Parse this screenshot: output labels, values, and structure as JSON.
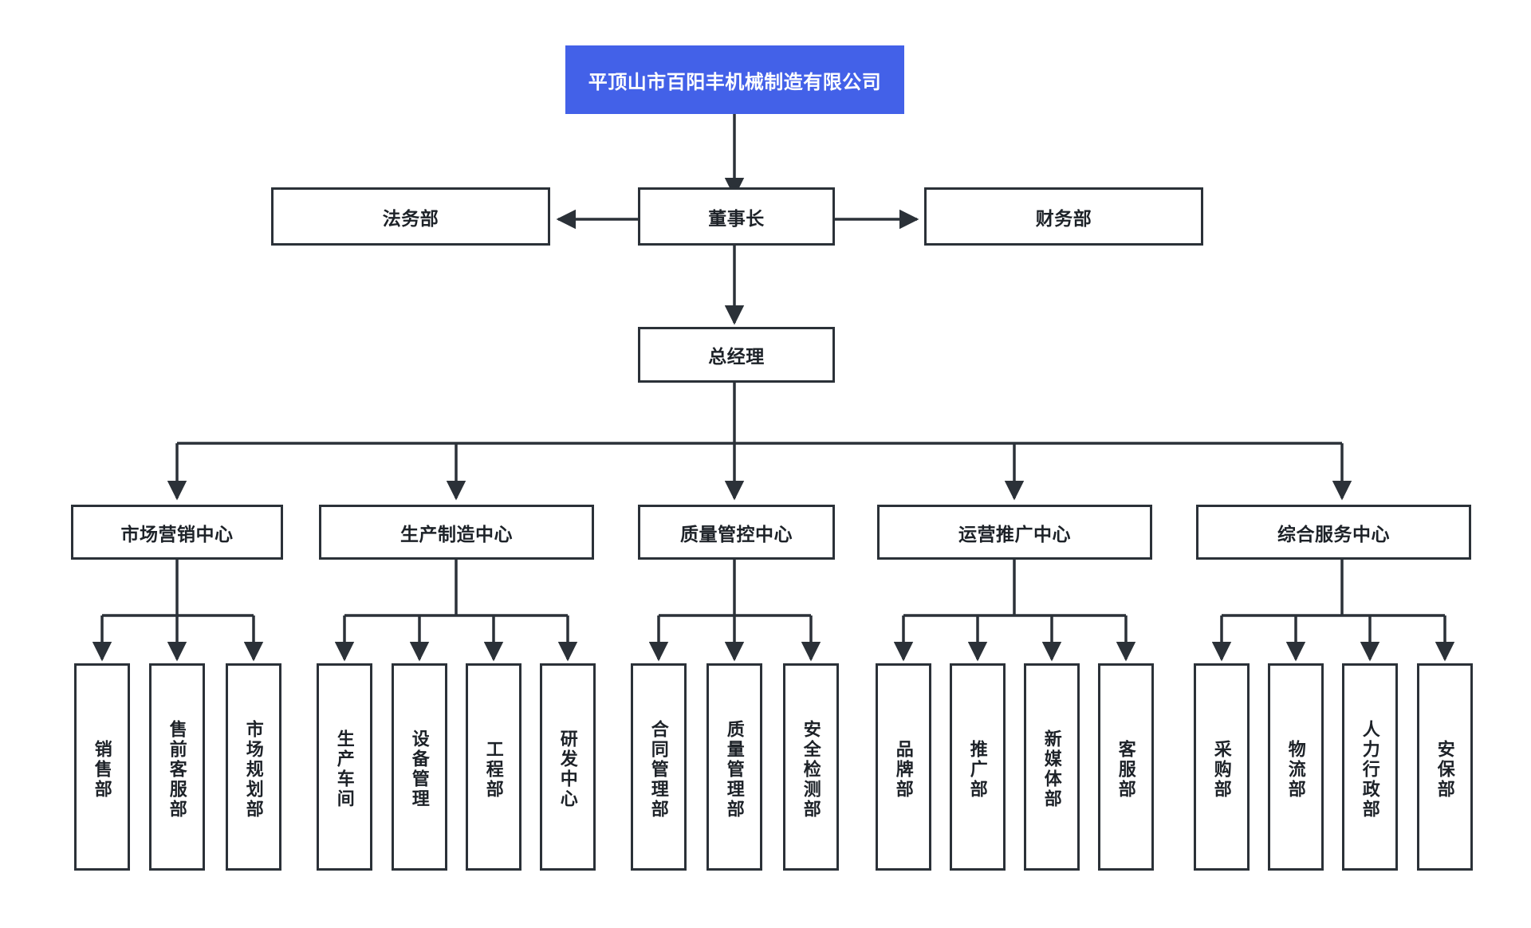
{
  "diagram": {
    "type": "organization-chart",
    "title": "平顶山市百阳丰机械制造有限公司",
    "background_color": "#ffffff",
    "accent_color": "#4361e8",
    "line_color": "#2b3138",
    "text_color": "#1d2228"
  },
  "root": {
    "label": "平顶山市百阳丰机械制造有限公司"
  },
  "level2": {
    "left": {
      "label": "法务部"
    },
    "center": {
      "label": "董事长"
    },
    "right": {
      "label": "财务部"
    }
  },
  "level3": {
    "center": {
      "label": "总经理"
    }
  },
  "centers": [
    {
      "label": "市场营销中心",
      "children": [
        {
          "label": "销售部"
        },
        {
          "label": "售前客服部"
        },
        {
          "label": "市场规划部"
        }
      ]
    },
    {
      "label": "生产制造中心",
      "children": [
        {
          "label": "生产车间"
        },
        {
          "label": "设备管理"
        },
        {
          "label": "工程部"
        },
        {
          "label": "研发中心"
        }
      ]
    },
    {
      "label": "质量管控中心",
      "children": [
        {
          "label": "合同管理部"
        },
        {
          "label": "质量管理部"
        },
        {
          "label": "安全检测部"
        }
      ]
    },
    {
      "label": "运营推广中心",
      "children": [
        {
          "label": "品牌部"
        },
        {
          "label": "推广部"
        },
        {
          "label": "新媒体部"
        },
        {
          "label": "客服部"
        }
      ]
    },
    {
      "label": "综合服务中心",
      "children": [
        {
          "label": "采购部"
        },
        {
          "label": "物流部"
        },
        {
          "label": "人力行政部"
        },
        {
          "label": "安保部"
        }
      ]
    }
  ]
}
